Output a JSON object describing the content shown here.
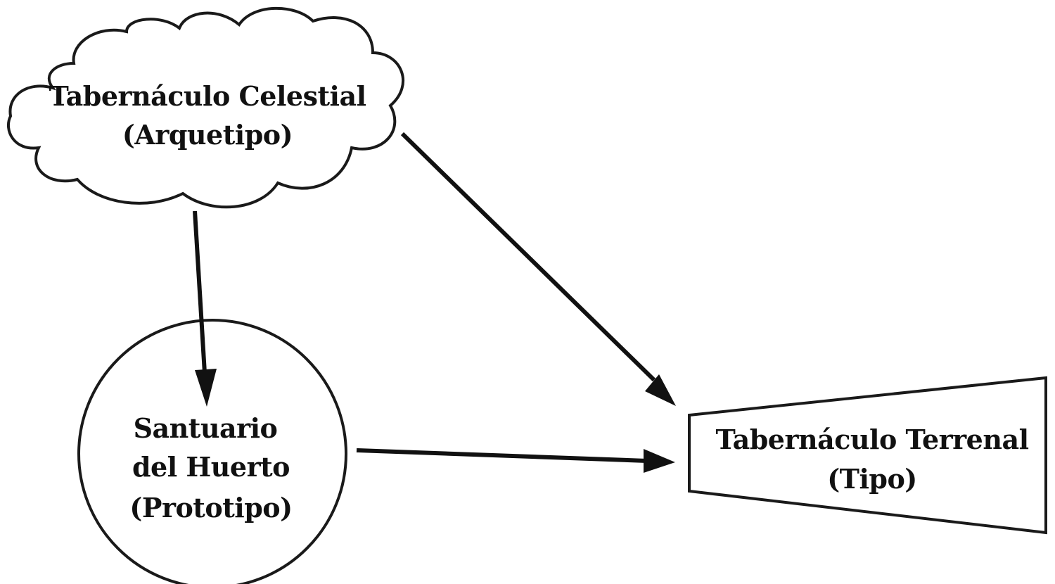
{
  "nodes": {
    "celestial": {
      "line1": "Tabernáculo Celestial",
      "line2": "(Arquetipo)",
      "shape": "cloud"
    },
    "garden": {
      "line1": "Santuario",
      "line2": "del Huerto",
      "line3": "(Prototipo)",
      "shape": "circle"
    },
    "earthly": {
      "line1": "Tabernáculo Terrenal",
      "line2": "(Tipo)",
      "shape": "trapezoid"
    }
  },
  "edges": [
    {
      "from": "celestial",
      "to": "garden"
    },
    {
      "from": "celestial",
      "to": "earthly"
    },
    {
      "from": "garden",
      "to": "earthly"
    }
  ],
  "colors": {
    "stroke": "#111111",
    "background": "#ffffff"
  }
}
